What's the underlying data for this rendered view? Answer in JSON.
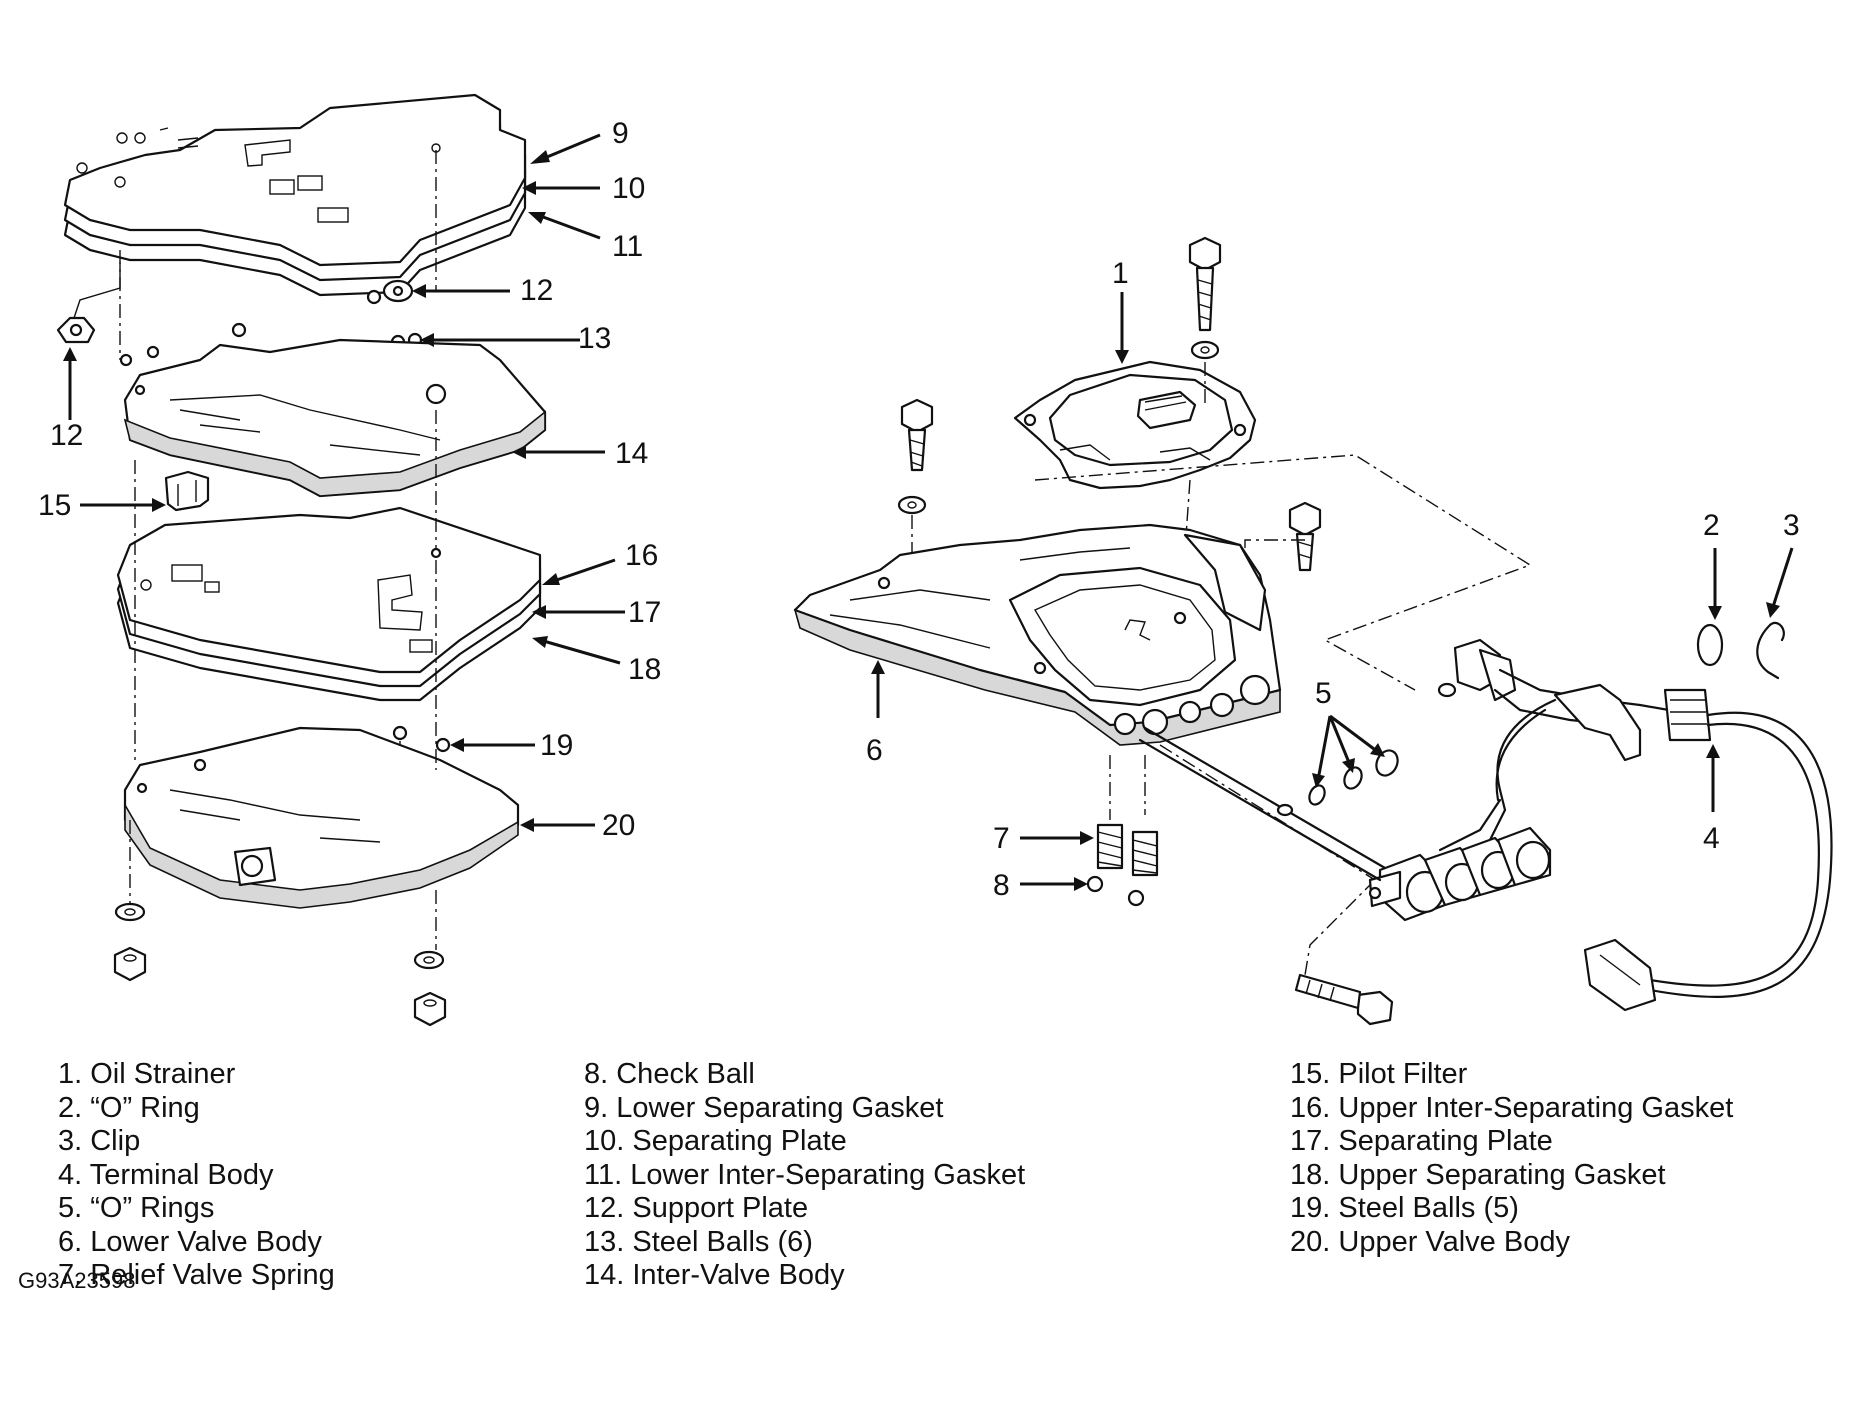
{
  "callouts": {
    "c9": "9",
    "c10": "10",
    "c11": "11",
    "c12a": "12",
    "c12b": "12",
    "c13": "13",
    "c14": "14",
    "c15": "15",
    "c16": "16",
    "c17": "17",
    "c18": "18",
    "c19": "19",
    "c20": "20",
    "c1": "1",
    "c2": "2",
    "c3": "3",
    "c4": "4",
    "c5": "5",
    "c6": "6",
    "c7": "7",
    "c8": "8"
  },
  "legend": {
    "col1": [
      "1. Oil Strainer",
      "2. “O” Ring",
      "3. Clip",
      "4. Terminal Body",
      "5. “O” Rings",
      "6. Lower Valve Body",
      "7. Relief Valve Spring"
    ],
    "col2": [
      "8. Check Ball",
      "9. Lower Separating Gasket",
      "10. Separating Plate",
      "11. Lower Inter-Separating Gasket",
      "12. Support Plate",
      "13. Steel Balls (6)",
      "14. Inter-Valve Body"
    ],
    "col3": [
      "15. Pilot Filter",
      "16. Upper Inter-Separating Gasket",
      "17. Separating Plate",
      "18. Upper Separating Gasket",
      "19. Steel Balls (5)",
      "20. Upper Valve Body"
    ]
  },
  "figure_code": "G93A23598"
}
